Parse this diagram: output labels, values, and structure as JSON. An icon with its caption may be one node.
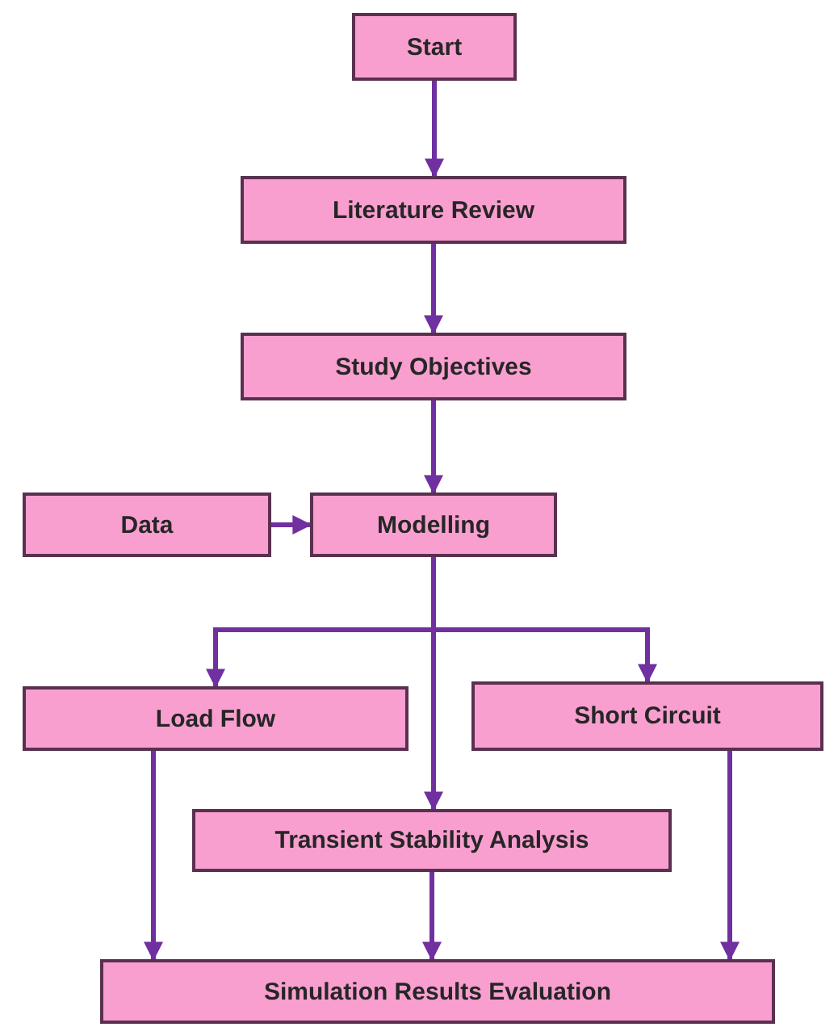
{
  "diagram": {
    "nodes": [
      {
        "text": [
          "Start"
        ]
      },
      {
        "text": [
          "Literature Review"
        ]
      },
      {
        "text": [
          "Study Objectives"
        ]
      },
      {
        "text": [
          "Data"
        ]
      },
      {
        "text": [
          "Modelling"
        ]
      },
      {
        "text": [
          "Load Flow"
        ]
      },
      {
        "text": [
          "Short Circuit"
        ]
      },
      {
        "text": [
          "Transient Stability Analysis"
        ]
      },
      {
        "text": [
          "Simulation Results Evaluation"
        ]
      }
    ],
    "edges": [
      {
        "from": 0,
        "to": 1,
        "arrow": "to"
      },
      {
        "from": 1,
        "to": 2,
        "arrow": "to"
      },
      {
        "from": 2,
        "to": 4,
        "arrow": "to"
      },
      {
        "from": 3,
        "to": 4,
        "arrow": "to"
      },
      {
        "from": 4,
        "to": 5,
        "arrow": "to"
      },
      {
        "from": 4,
        "to": 6,
        "arrow": "to"
      },
      {
        "from": 4,
        "to": 7,
        "arrow": "to"
      },
      {
        "from": 5,
        "to": 8,
        "arrow": "to"
      },
      {
        "from": 7,
        "to": 8,
        "arrow": "to"
      },
      {
        "from": 6,
        "to": 8,
        "arrow": "to"
      }
    ]
  }
}
